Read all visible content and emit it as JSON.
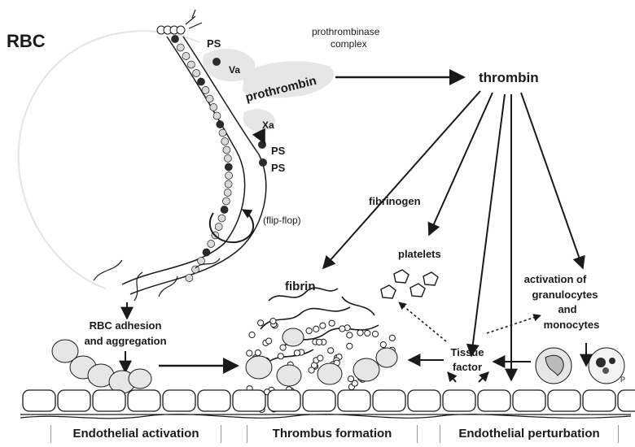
{
  "labels": {
    "rbc": "RBC",
    "ps_top": "PS",
    "va": "Va",
    "prothrombin": "prothrombin",
    "prothrombinase_line1": "prothrombinase",
    "prothrombinase_line2": "complex",
    "xa": "Xa",
    "ps_mid1": "PS",
    "ps_mid2": "PS",
    "flip_flop": "(flip-flop)",
    "thrombin": "thrombin",
    "fibrinogen": "fibrinogen",
    "platelets": "platelets",
    "fibrin": "fibrin",
    "activation_line1": "activation of",
    "activation_line2": "granulocytes",
    "activation_line3": "and",
    "activation_line4": "monocytes",
    "rbc_adhesion_line1": "RBC adhesion",
    "rbc_adhesion_line2": "and aggregation",
    "tissue_factor_line1": "Tissue",
    "tissue_factor_line2": "factor",
    "p_label": "P"
  },
  "footer": {
    "endothelial_activation": "Endothelial activation",
    "thrombus_formation": "Thrombus  formation",
    "endothelial_perturbation": "Endothelial perturbation"
  },
  "colors": {
    "ink": "#1a1a1a",
    "membrane_bead": "#d9d9d9",
    "ps_bead": "#2b2b2b",
    "factor_blob": "#e6e6e6",
    "rbc_outline": "#e4e4e4"
  }
}
